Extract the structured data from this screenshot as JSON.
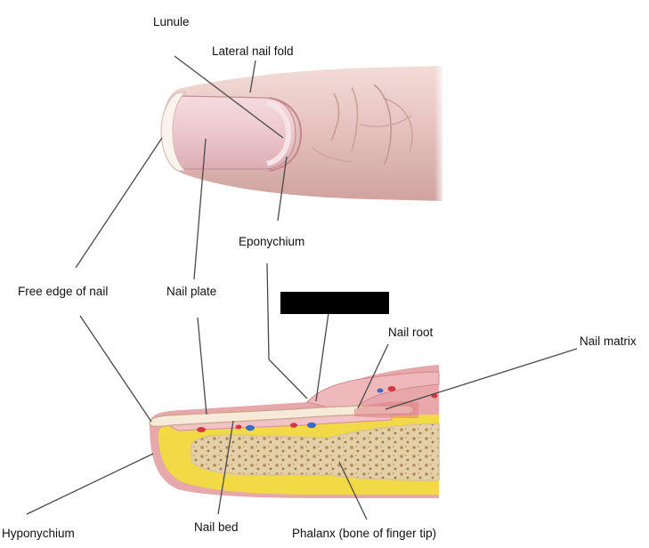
{
  "labels": {
    "lunule": "Lunule",
    "lateral_nail_fold": "Lateral nail fold",
    "eponychium": "Eponychium",
    "free_edge": "Free edge of nail",
    "nail_plate": "Nail plate",
    "nail_root": "Nail root",
    "nail_matrix": "Nail matrix",
    "hyponychium": "Hyponychium",
    "nail_bed": "Nail bed",
    "phalanx": "Phalanx (bone of finger tip)"
  },
  "redacted_label_color": "#000000",
  "colors": {
    "skin": "#e6c2bf",
    "nail": "#ecc8cc",
    "fat": "#f1da45",
    "bone": "#ecdcb8",
    "dermis": "#e6a8aa",
    "vessel_red": "#d4373f",
    "vessel_blue": "#3a6bc4"
  }
}
